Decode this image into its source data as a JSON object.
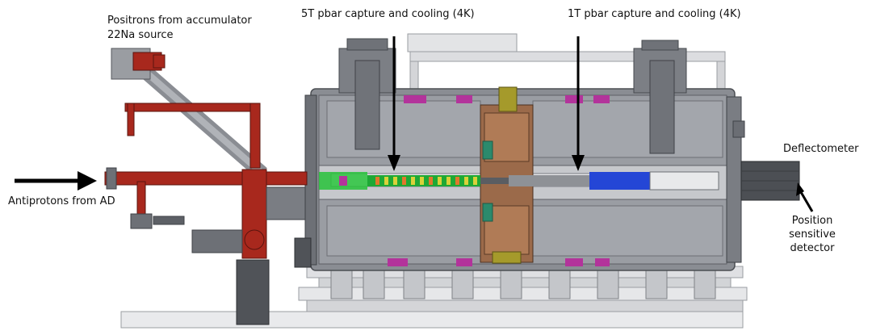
{
  "labels": {
    "positrons_line1": "Positrons from accumulator",
    "positrons_line2": "22Na source",
    "capture_5t": "5T pbar capture and cooling (4K)",
    "capture_1t": "1T pbar capture and cooling (4K)",
    "antiprotons": "Antiprotons from AD",
    "deflectometer": "Deflectometer",
    "psd_line1": "Position",
    "psd_line2": "sensitive",
    "psd_line3": "detector"
  },
  "colors": {
    "machine_gray": "#8a8d93",
    "machine_dark": "#5d6066",
    "machine_light": "#b9bcc2",
    "frame": "#cfd1d4",
    "beamline_red": "#a8281d",
    "magenta": "#b3339b",
    "green": "#27c23a",
    "blue": "#2446d6",
    "bronze": "#9b6a4a",
    "olive": "#a59a2b",
    "arrow": "#000000"
  }
}
